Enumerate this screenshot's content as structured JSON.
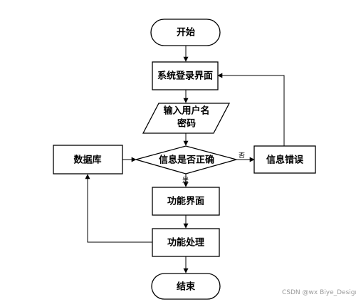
{
  "nodes": {
    "start": "开始",
    "login": "系统登录界面",
    "input_line1": "输入用户名",
    "input_line2": "密码",
    "check": "信息是否正确",
    "database": "数据库",
    "error": "信息错误",
    "function_ui": "功能界面",
    "function_proc": "功能处理",
    "end": "结束"
  },
  "edge_labels": {
    "no": "否",
    "yes": "是"
  },
  "watermark": "CSDN @wx Biye_Design"
}
